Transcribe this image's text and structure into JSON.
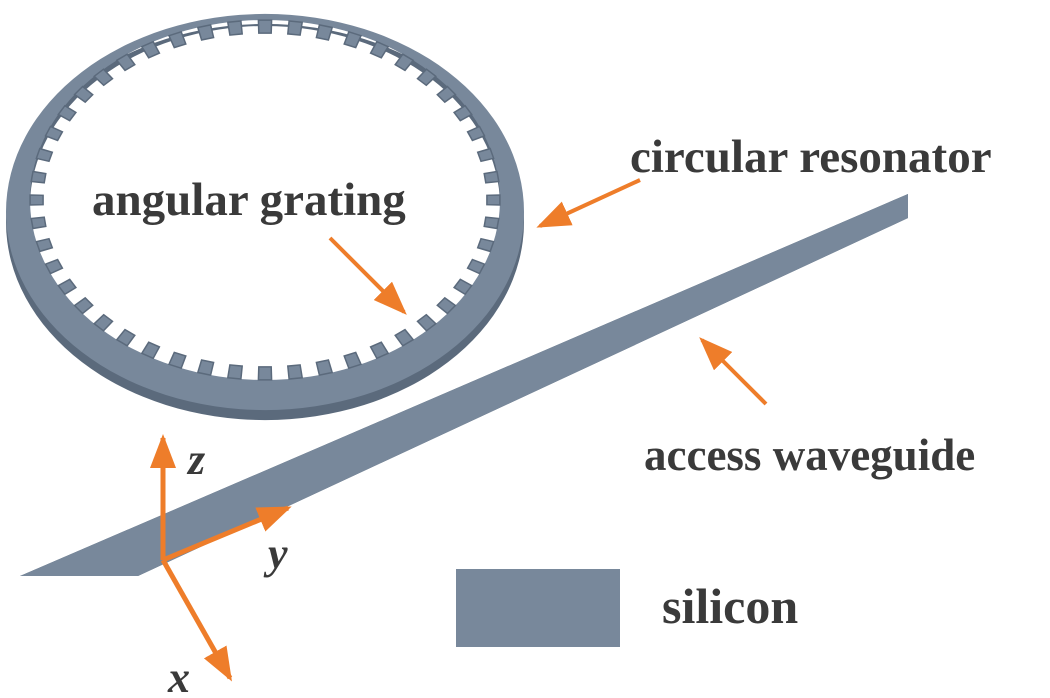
{
  "labels": {
    "circular_resonator": "circular resonator",
    "angular_grating": "angular grating",
    "access_waveguide": "access waveguide",
    "silicon": "silicon"
  },
  "axes": {
    "x": "x",
    "y": "y",
    "z": "z"
  },
  "colors": {
    "silicon": "#78889b",
    "silicon_dark": "#5b6a7c",
    "silicon_light": "#8c9bad",
    "arrow": "#ee7d2a",
    "text": "#3a3a3a"
  },
  "grating": {
    "teeth_count": 48
  }
}
